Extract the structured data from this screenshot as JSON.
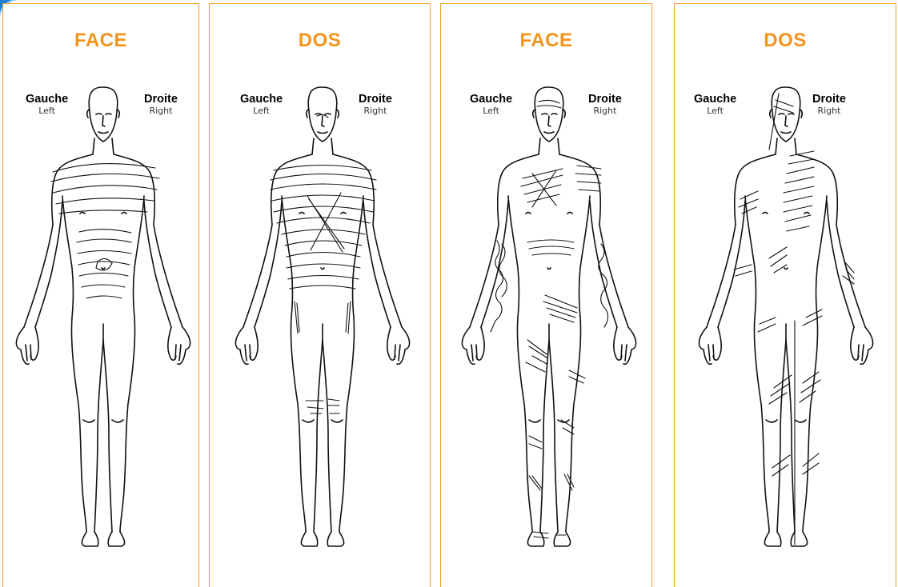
{
  "panels": [
    {
      "title": "FACE",
      "left_fr": "Gauche",
      "left_en": "Left",
      "right_fr": "Droite",
      "right_en": "Right"
    },
    {
      "title": "DOS",
      "left_fr": "Gauche",
      "left_en": "Left",
      "right_fr": "Droite",
      "right_en": "Right"
    },
    {
      "title": "FACE",
      "left_fr": "Gauche",
      "left_en": "Left",
      "right_fr": "Droite",
      "right_en": "Right"
    },
    {
      "title": "DOS",
      "left_fr": "Gauche",
      "left_en": "Left",
      "right_fr": "Droite",
      "right_en": "Right"
    }
  ],
  "colors": {
    "accent": "#f3941c",
    "border": "#f29b2b",
    "corner": "#1f7fd6"
  },
  "icons": [
    "front-body-outline-icon",
    "back-body-outline-icon"
  ]
}
